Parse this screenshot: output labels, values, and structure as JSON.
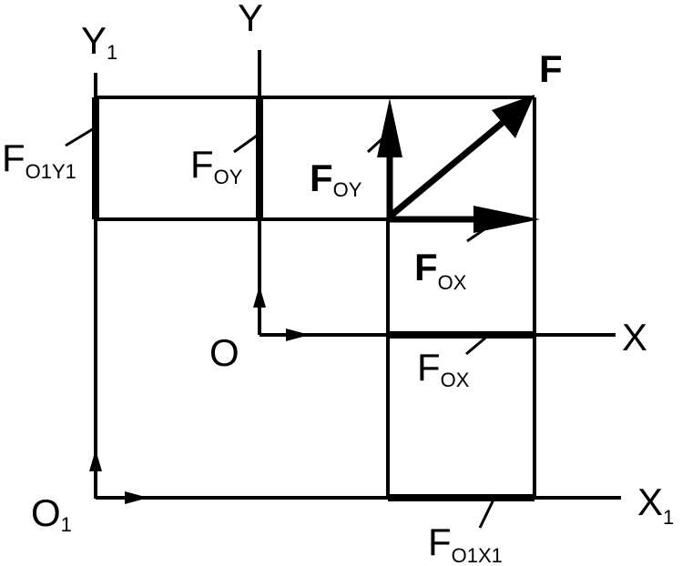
{
  "axes": {
    "y1": "Y",
    "y1_sub": "1",
    "y": "Y",
    "x": "X",
    "x1": "X",
    "x1_sub": "1",
    "o": "O",
    "o1": "O",
    "o1_sub": "1"
  },
  "forces": {
    "f": "F",
    "f_oy_vec": "F",
    "f_oy_vec_sub": "OY",
    "f_ox_vec": "F",
    "f_ox_vec_sub": "OX",
    "f_oy": "F",
    "f_oy_sub": "OY",
    "f_ox": "F",
    "f_ox_sub": "OX",
    "f_o1y1": "F",
    "f_o1y1_sub": "O1Y1",
    "f_o1x1": "F",
    "f_o1x1_sub": "O1X1"
  }
}
